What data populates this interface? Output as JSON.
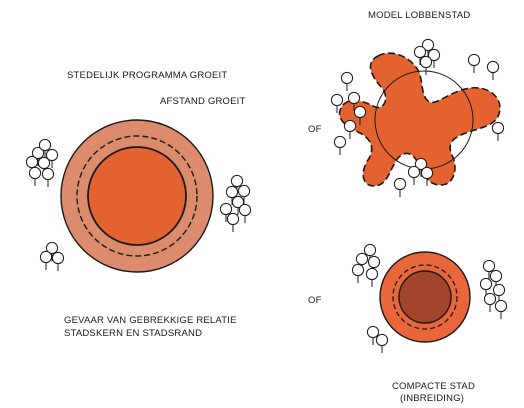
{
  "labels": {
    "model_lobbenstad": "MODEL LOBBENSTAD",
    "stedelijk_programma": "STEDELIJK PROGRAMMA GROEIT",
    "afstand_groeit": "AFSTAND GROEIT",
    "of_top": "OF",
    "of_bottom": "OF",
    "gevaar_line1": "GEVAAR VAN GEBREKKIGE RELATIE",
    "gevaar_line2": "STADSKERN EN STADSRAND",
    "compacte_line1": "COMPACTE STAD",
    "compacte_line2": "(INBREIDING)"
  },
  "colors": {
    "city_orange": "#e3622f",
    "outer_ring": "#dc8c6c",
    "compact_ring": "#e8663a",
    "compact_core": "#a3452b",
    "line": "#1a1a1a",
    "background": "#ffffff"
  },
  "icons": {
    "tree": "tree-icon"
  }
}
